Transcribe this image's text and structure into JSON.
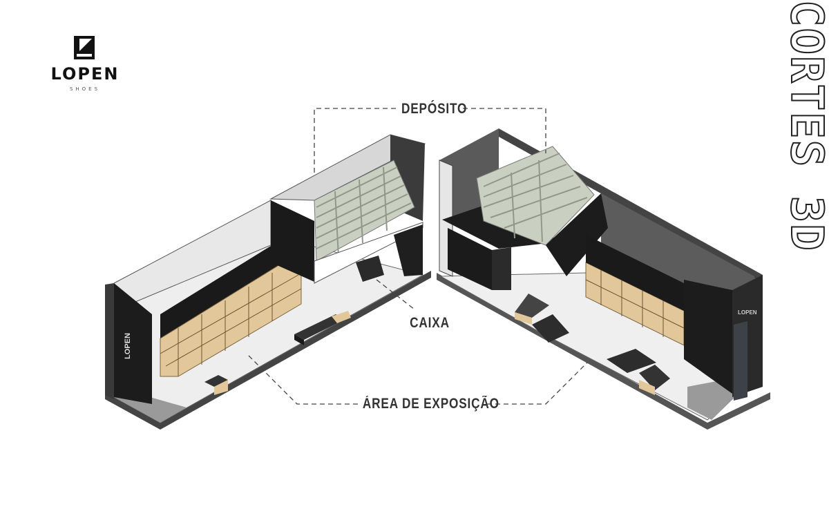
{
  "brand": {
    "name": "LOPEN",
    "subtitle": "SHOES",
    "logo_icon": "lopen-logo-mark"
  },
  "side_title": "CORTES 3D",
  "labels": {
    "deposito": "DEPÓSITO",
    "caixa": "CAIXA",
    "exposicao": "ÁREA DE EXPOSIÇÃO"
  },
  "signage": {
    "left_wall": "LOPEN",
    "right_wall": "LOPEN"
  },
  "colors": {
    "wall_dark": "#1c1c1c",
    "floor": "#efefef",
    "wood": "#e2c79a",
    "shelf": "#c9d0c2",
    "dashed_line": "#444444"
  }
}
